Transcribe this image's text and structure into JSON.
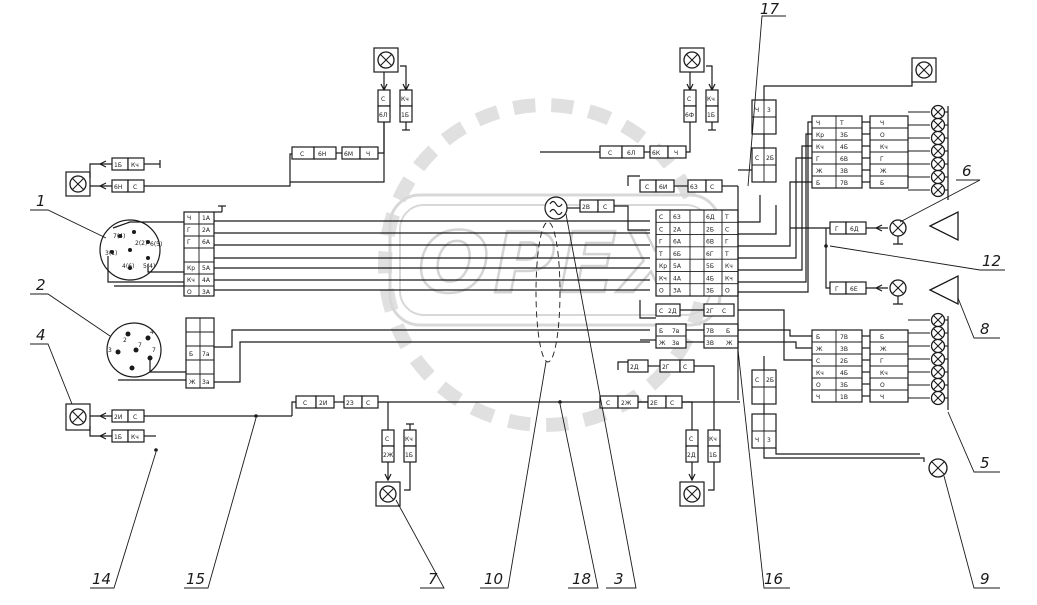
{
  "watermark": "OPEX",
  "callouts": {
    "c1": "1",
    "c2": "2",
    "c3": "3",
    "c4": "4",
    "c5": "5",
    "c6": "6",
    "c7": "7",
    "c8": "8",
    "c9": "9",
    "c10": "10",
    "c12": "12",
    "c14": "14",
    "c15": "15",
    "c16": "16",
    "c17": "17",
    "c18": "18"
  },
  "connector1": {
    "rows": [
      {
        "wire": "Ч",
        "pin": "1А"
      },
      {
        "wire": "Г",
        "pin": "2А"
      },
      {
        "wire": "Г",
        "pin": "6А"
      },
      {
        "wire": "",
        "pin": ""
      },
      {
        "wire": "Кр",
        "pin": "5А"
      },
      {
        "wire": "Кч",
        "pin": "4А"
      },
      {
        "wire": "О",
        "pin": "3А"
      }
    ]
  },
  "connector2": {
    "rows": [
      {
        "wire": "",
        "pin": ""
      },
      {
        "wire": "",
        "pin": ""
      },
      {
        "wire": "Б",
        "pin": "7а"
      },
      {
        "wire": "",
        "pin": ""
      },
      {
        "wire": "Ж",
        "pin": "3а"
      }
    ]
  },
  "center_block": {
    "rows": [
      {
        "left": "С",
        "lpin": "6З",
        "rpin": "6Д",
        "right": "Т"
      },
      {
        "left": "С",
        "lpin": "2А",
        "rpin": "2Б",
        "right": "С"
      },
      {
        "left": "Г",
        "lpin": "6А",
        "rpin": "6В",
        "right": "Г"
      },
      {
        "left": "Т",
        "lpin": "6Б",
        "rpin": "6Г",
        "right": "Т"
      },
      {
        "left": "Кр",
        "lpin": "5А",
        "rpin": "5Б",
        "right": "Кч"
      },
      {
        "left": "Кч",
        "lpin": "4А",
        "rpin": "4Б",
        "right": "Кч"
      },
      {
        "left": "О",
        "lpin": "3А",
        "rpin": "3Б",
        "right": "О"
      }
    ]
  },
  "center_lower": {
    "r1": {
      "left": "С",
      "lpin": "2Д",
      "rpin": "2Г",
      "right": "С"
    },
    "r2": {
      "left": "Б",
      "lpin": "7в",
      "rpin": "7В",
      "right": "Б"
    },
    "r3": {
      "left": "Ж",
      "lpin": "3в",
      "rpin": "3В",
      "right": "Ж"
    }
  },
  "top_right_block": {
    "rows": [
      {
        "a": "Ч",
        "b": "Т",
        "c": "Ч"
      },
      {
        "a": "Кр",
        "b": "3Б",
        "c": "О"
      },
      {
        "a": "Кч",
        "b": "4Б",
        "c": "Кч"
      },
      {
        "a": "Г",
        "b": "6В",
        "c": "Г"
      },
      {
        "a": "Ж",
        "b": "3В",
        "c": "Ж"
      },
      {
        "a": "Б",
        "b": "7В",
        "c": "Б"
      }
    ]
  },
  "bottom_right_block": {
    "rows": [
      {
        "a": "Б",
        "b": "7В",
        "c": "Б"
      },
      {
        "a": "Ж",
        "b": "3В",
        "c": "Ж"
      },
      {
        "a": "С",
        "b": "2Б",
        "c": "Г"
      },
      {
        "a": "Кч",
        "b": "4Б",
        "c": "Кч"
      },
      {
        "a": "О",
        "b": "3Б",
        "c": "О"
      },
      {
        "a": "Ч",
        "b": "1В",
        "c": "Ч"
      }
    ]
  },
  "labels": {
    "top_left_a": "С",
    "top_left_b": "6Н",
    "top_left_c": "6М",
    "top_left_d": "Ч",
    "top_mid_a": "С",
    "top_mid_b": "6Л",
    "top_mid_c": "6К",
    "top_mid_d": "Ч",
    "top_mid2_a": "С",
    "top_mid2_b": "6И",
    "top_mid2_c": "6З",
    "top_mid2_d": "С",
    "left4_a": "1Б",
    "left4_b": "Кч",
    "left4_c": "6Н",
    "left4_d": "С",
    "bot4_a": "2И",
    "bot4_b": "С",
    "bot4_c": "1Б",
    "bot4_d": "Кч",
    "bot_mid_a": "С",
    "bot_mid_b": "2И",
    "bot_mid_c": "2З",
    "bot_mid_d": "С",
    "bot_mid2_a": "С",
    "bot_mid2_b": "2Ж",
    "bot_mid2_c": "2Е",
    "bot_mid2_d": "С",
    "mid_2b": "2В",
    "mid_c": "С",
    "lamp12_a": "Г",
    "lamp12_b": "6Д",
    "lamp8_a": "Г",
    "lamp8_b": "6Е",
    "v1_a": "С",
    "v1_b": "6Л",
    "v1_c": "Кч",
    "v1_d": "1Б",
    "v2_a": "С",
    "v2_b": "6Ф",
    "v2_c": "Кч",
    "v2_d": "1Б",
    "v3_a": "С",
    "v3_b": "2Ж",
    "v3_c": "Кч",
    "v3_d": "1Б",
    "v4_a": "С",
    "v4_b": "2Д",
    "v4_c": "Кч",
    "v4_d": "1Б",
    "v5_a": "Ч",
    "v5_b": "3",
    "v5_c": "С",
    "v5_d": "2Б",
    "v6_a": "Ч",
    "v6_b": "3",
    "v6_c": "С",
    "v6_d": "2Б",
    "v7_a": "Ч",
    "v7_b": "3",
    "v7_c": "С",
    "v7_d": "2Б"
  }
}
